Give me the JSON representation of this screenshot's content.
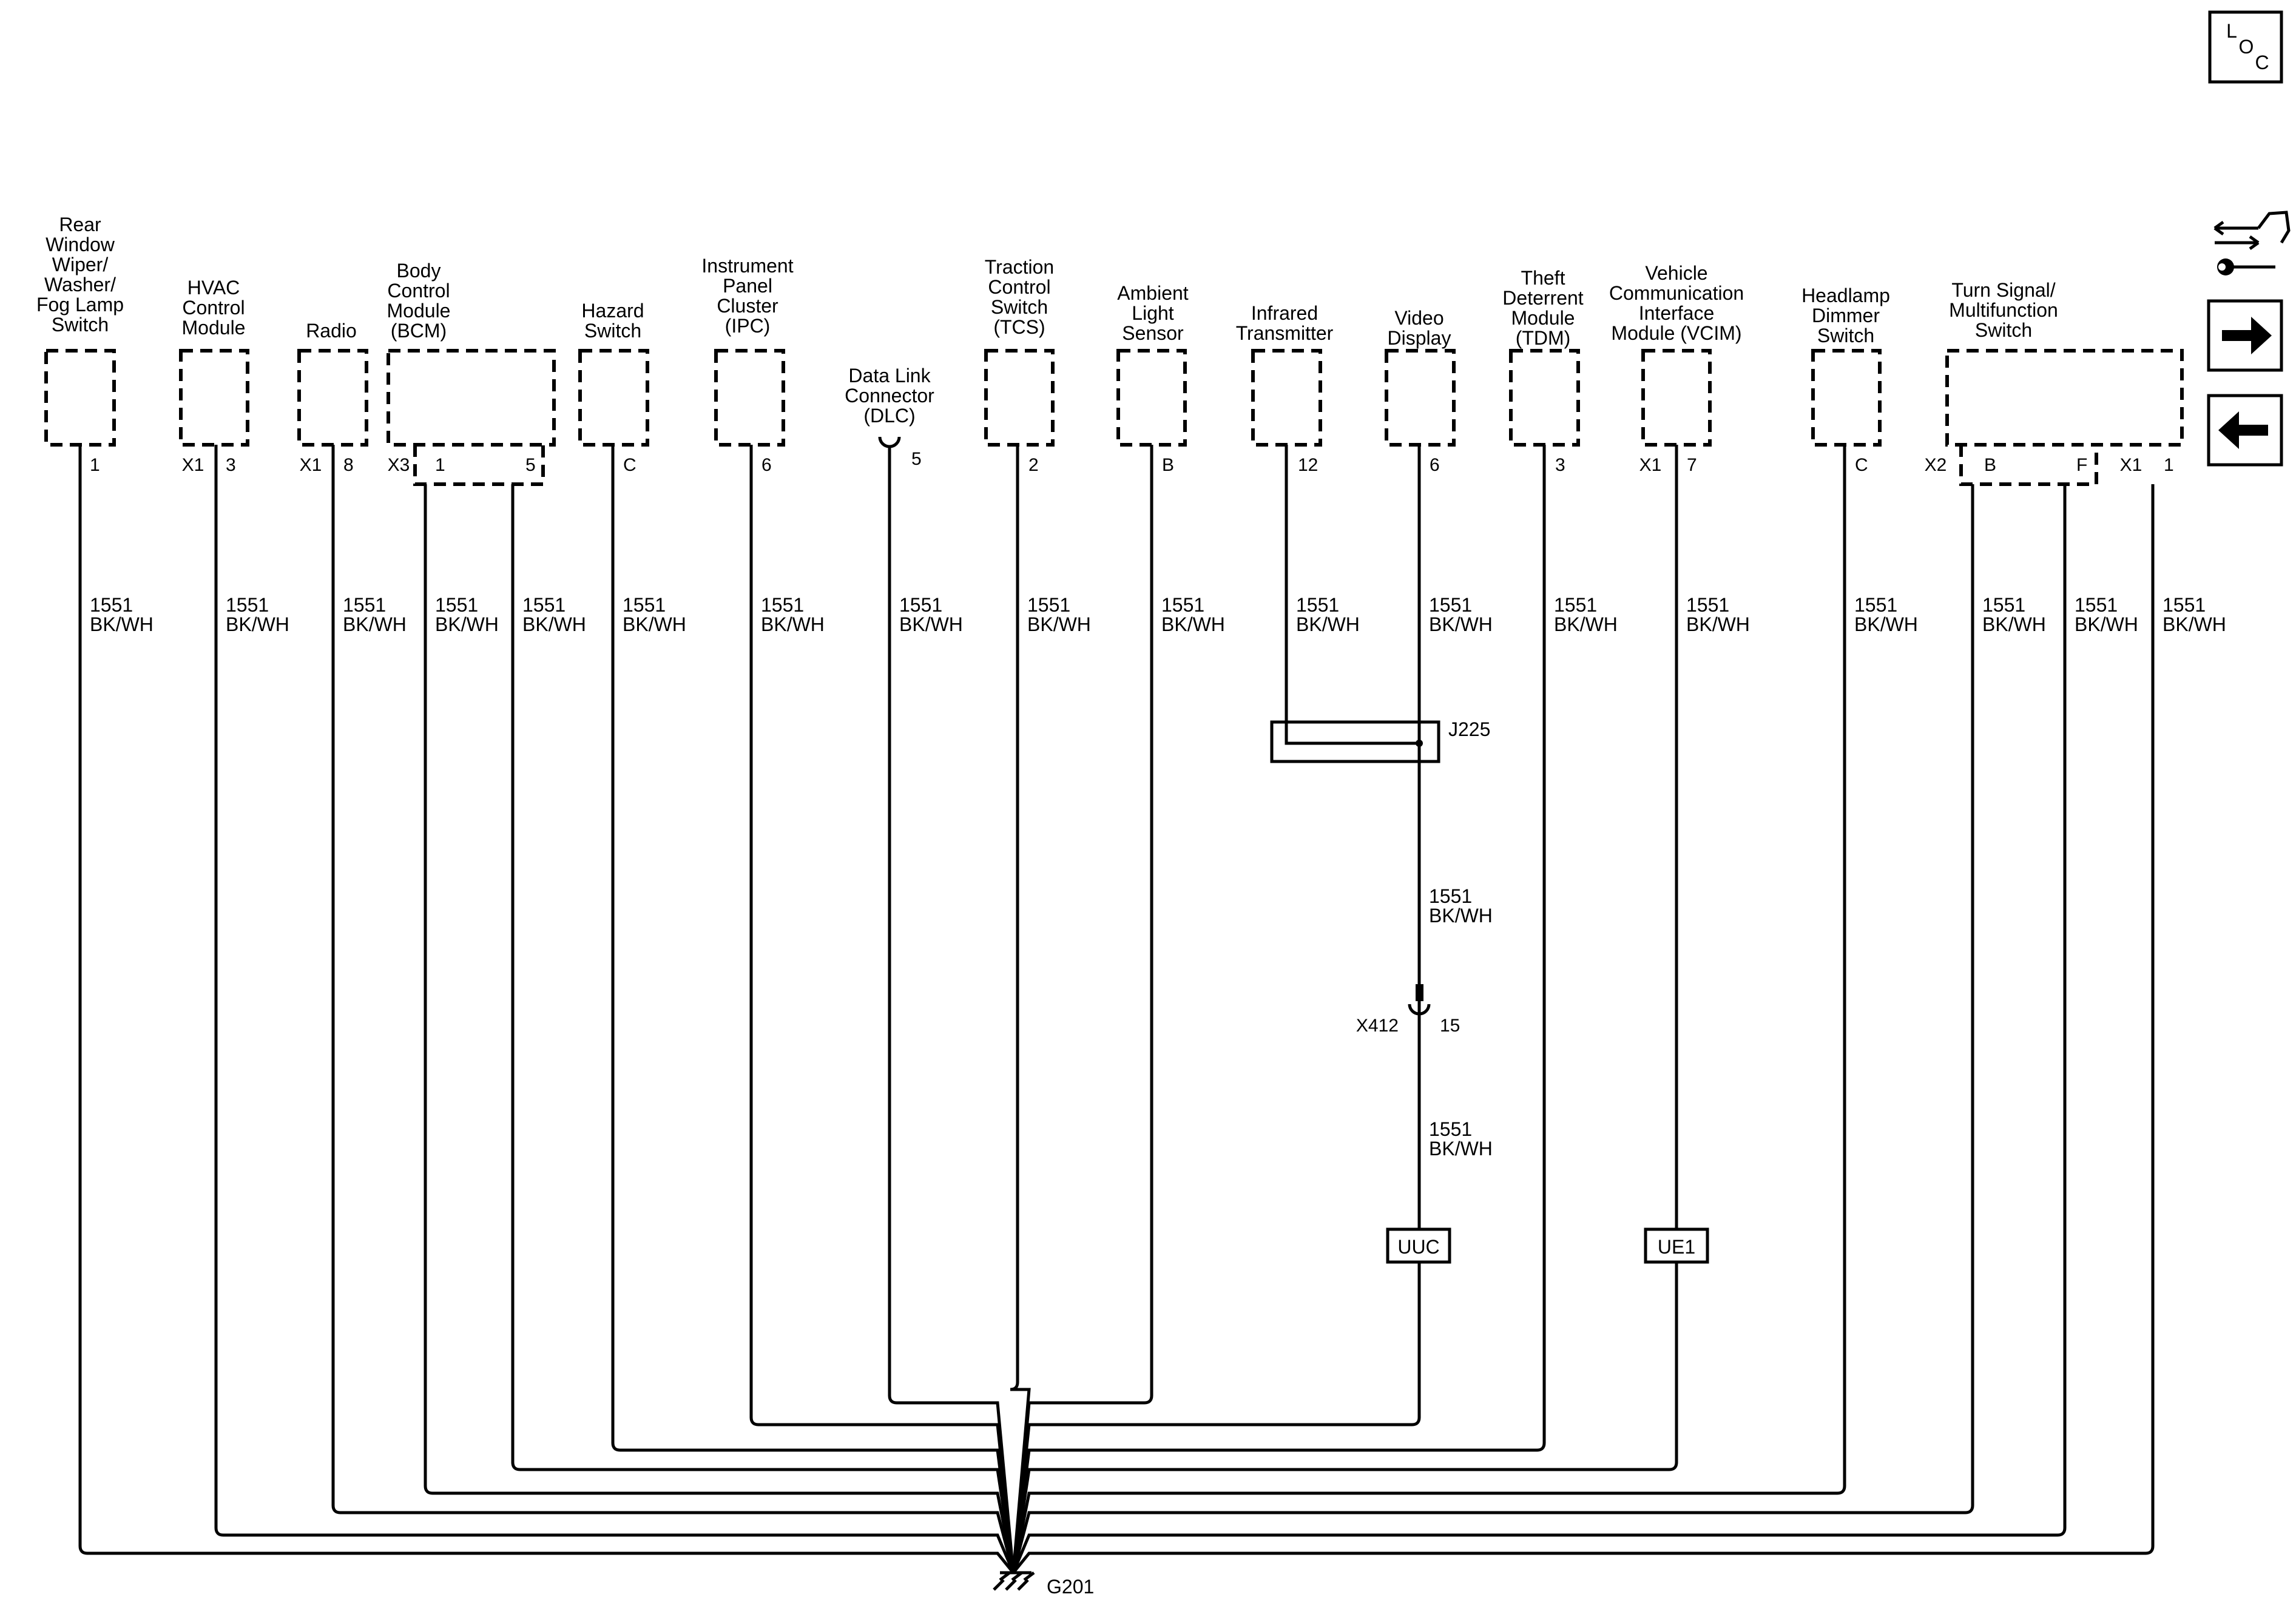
{
  "components": [
    {
      "id": "rear-wiper",
      "lines": [
        "Rear",
        "Window",
        "Wiper/",
        "Washer/",
        "Fog Lamp",
        "Switch"
      ],
      "pins": [
        {
          "conn": "",
          "pin": "1"
        }
      ]
    },
    {
      "id": "hvac",
      "lines": [
        "HVAC",
        "Control",
        "Module"
      ],
      "pins": [
        {
          "conn": "X1",
          "pin": "3"
        }
      ]
    },
    {
      "id": "radio",
      "lines": [
        "Radio"
      ],
      "pins": [
        {
          "conn": "X1",
          "pin": "8"
        }
      ]
    },
    {
      "id": "bcm",
      "lines": [
        "Body",
        "Control",
        "Module",
        "(BCM)"
      ],
      "pins": [
        {
          "conn": "X3",
          "pin": "1"
        },
        {
          "conn": "",
          "pin": "5"
        }
      ]
    },
    {
      "id": "hazard",
      "lines": [
        "Hazard",
        "Switch"
      ],
      "pins": [
        {
          "conn": "",
          "pin": "C"
        }
      ]
    },
    {
      "id": "ipc",
      "lines": [
        "Instrument",
        "Panel",
        "Cluster",
        "(IPC)"
      ],
      "pins": [
        {
          "conn": "",
          "pin": "6"
        }
      ]
    },
    {
      "id": "dlc",
      "lines": [
        "Data Link",
        "Connector",
        "(DLC)"
      ],
      "pins": [
        {
          "conn": "",
          "pin": "5"
        }
      ]
    },
    {
      "id": "tcs",
      "lines": [
        "Traction",
        "Control",
        "Switch",
        "(TCS)"
      ],
      "pins": [
        {
          "conn": "",
          "pin": "2"
        }
      ]
    },
    {
      "id": "ambient",
      "lines": [
        "Ambient",
        "Light",
        "Sensor"
      ],
      "pins": [
        {
          "conn": "",
          "pin": "B"
        }
      ]
    },
    {
      "id": "infrared",
      "lines": [
        "Infrared",
        "Transmitter"
      ],
      "pins": [
        {
          "conn": "",
          "pin": "12"
        }
      ]
    },
    {
      "id": "video",
      "lines": [
        "Video",
        "Display"
      ],
      "pins": [
        {
          "conn": "",
          "pin": "6"
        }
      ]
    },
    {
      "id": "tdm",
      "lines": [
        "Theft",
        "Deterrent",
        "Module",
        "(TDM)"
      ],
      "pins": [
        {
          "conn": "",
          "pin": "3"
        }
      ]
    },
    {
      "id": "vcim",
      "lines": [
        "Vehicle",
        "Communication",
        "Interface",
        "Module (VCIM)"
      ],
      "pins": [
        {
          "conn": "X1",
          "pin": "7"
        }
      ]
    },
    {
      "id": "headlamp",
      "lines": [
        "Headlamp",
        "Dimmer",
        "Switch"
      ],
      "pins": [
        {
          "conn": "",
          "pin": "C"
        }
      ]
    },
    {
      "id": "turn-signal",
      "lines": [
        "Turn Signal/",
        "Multifunction",
        "Switch"
      ],
      "pins": [
        {
          "conn": "X2",
          "pin": "B"
        },
        {
          "conn": "",
          "pin": "F"
        },
        {
          "conn": "X1",
          "pin": "1"
        }
      ]
    }
  ],
  "wire": {
    "circuit": "1551",
    "color": "BK/WH"
  },
  "splice": {
    "name": "J225"
  },
  "connector": {
    "name": "X412",
    "pin": "15"
  },
  "options": {
    "uuc": "UUC",
    "ue1": "UE1"
  },
  "ground": {
    "name": "G201"
  },
  "loc_icon": {
    "letters": [
      "L",
      "O",
      "C"
    ]
  },
  "side_icons": [
    "service-info-icon",
    "next-page-icon",
    "previous-page-icon"
  ]
}
